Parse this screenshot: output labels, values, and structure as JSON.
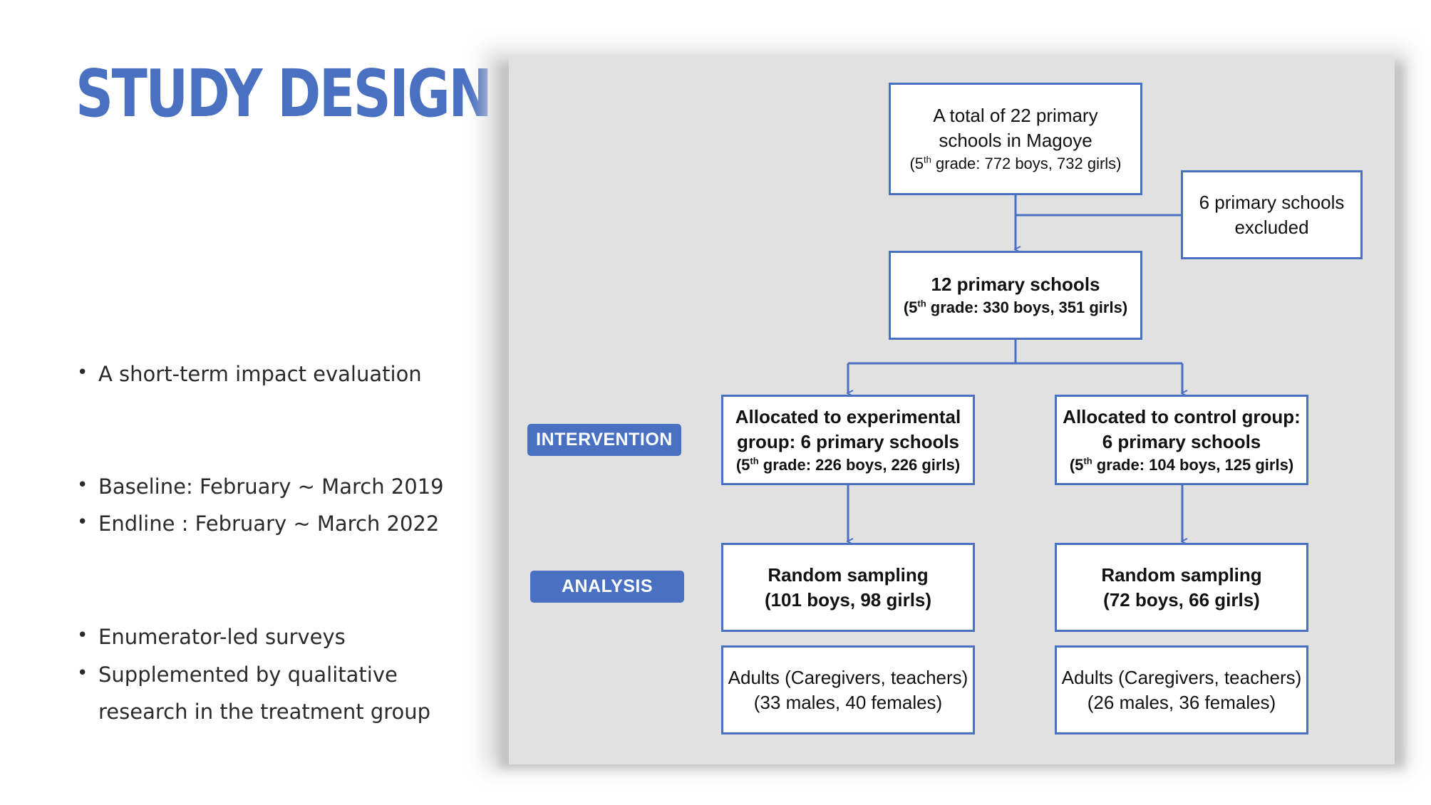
{
  "title": "STUDY DESIGN",
  "bullets": [
    "A short-term impact evaluation",
    "Baseline: February ~ March 2019",
    "Endline : February ~ March 2022",
    "Enumerator-led surveys",
    "Supplemented by qualitative",
    "research in the treatment group"
  ],
  "tags": {
    "intervention": "INTERVENTION",
    "analysis": "ANALYSIS"
  },
  "flowchart": {
    "total": {
      "line1a": "A total of 22 primary",
      "line1b": "schools in Magoye",
      "grade_prefix": "(5",
      "grade_sup": "th",
      "grade_rest": " grade: 772 boys, 732 girls)"
    },
    "excluded": {
      "line1": "6 primary schools",
      "line2": "excluded"
    },
    "remaining": {
      "line1": "12 primary schools",
      "grade_prefix": "(5",
      "grade_sup": "th",
      "grade_rest": " grade: 330 boys, 351 girls)"
    },
    "experimental": {
      "line1a": "Allocated to experimental",
      "line1b": "group: 6 primary schools",
      "grade_prefix": "(5",
      "grade_sup": "th",
      "grade_rest": " grade: 226 boys, 226 girls)"
    },
    "control": {
      "line1a": "Allocated to control group:",
      "line1b": "6 primary schools",
      "grade_prefix": "(5",
      "grade_sup": "th",
      "grade_rest": " grade: 104 boys, 125 girls)"
    },
    "sampling_exp": {
      "line1": "Random sampling",
      "line2": "(101 boys, 98 girls)"
    },
    "sampling_ctrl": {
      "line1": "Random sampling",
      "line2": "(72 boys, 66 girls)"
    },
    "adults_exp": {
      "line1": "Adults (Caregivers, teachers)",
      "line2": "(33 males, 40 females)"
    },
    "adults_ctrl": {
      "line1": "Adults (Caregivers, teachers)",
      "line2": "(26 males, 36 females)"
    }
  },
  "colors": {
    "accent": "#4a70c2",
    "panel": "#e1e1e1",
    "text": "#2a2a2a"
  }
}
